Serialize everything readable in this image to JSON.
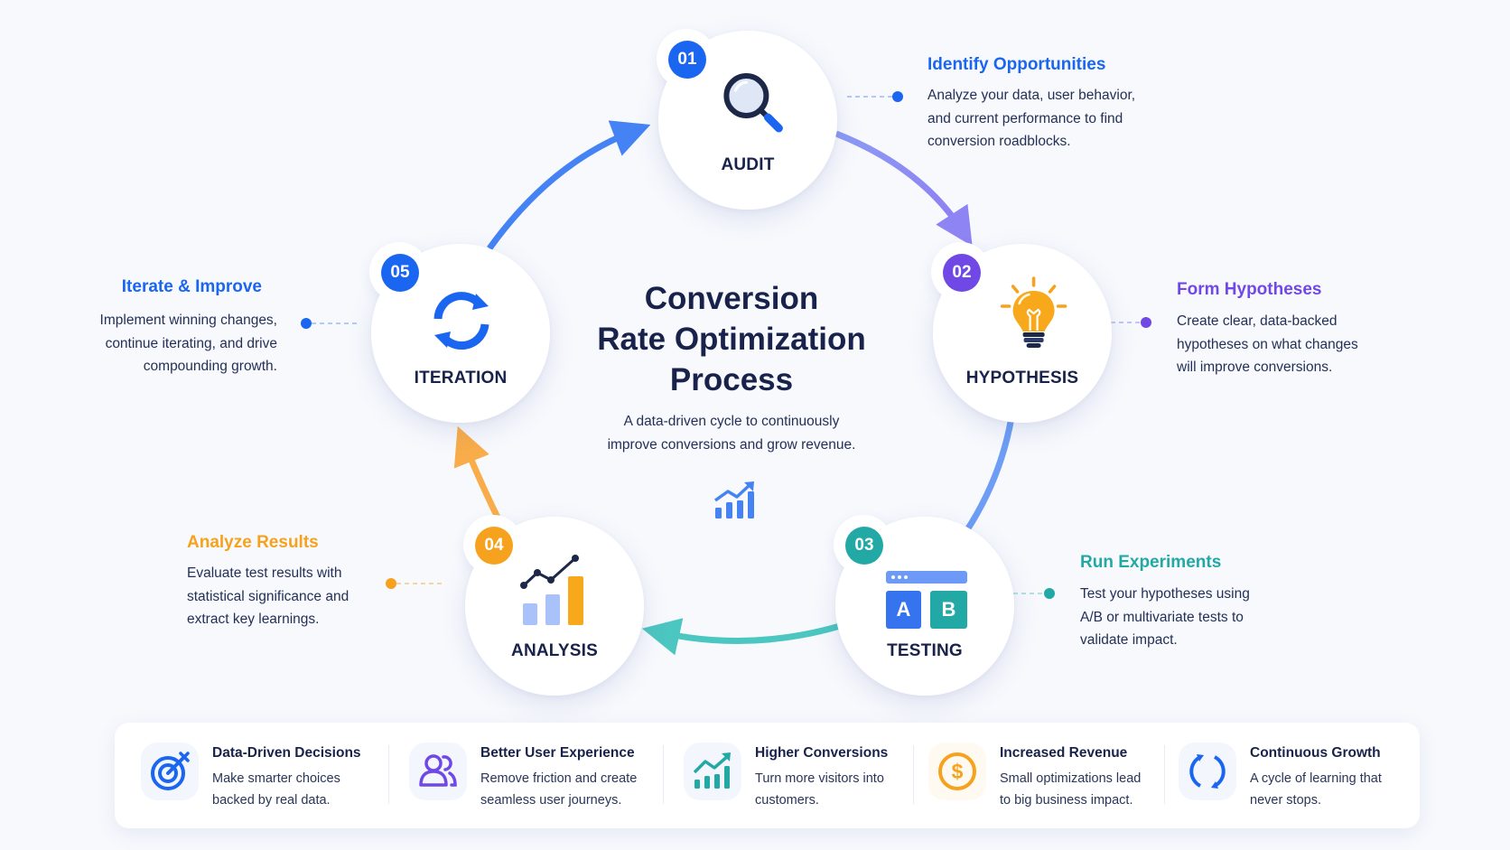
{
  "center": {
    "title_lines": [
      "Conversion",
      "Rate Optimization",
      "Process"
    ],
    "subtitle_lines": [
      "A data-driven cycle to continuously",
      "improve conversions and grow revenue."
    ],
    "icon": "growth-chart-icon"
  },
  "steps": [
    {
      "number": "01",
      "label": "AUDIT",
      "icon": "magnifier-icon",
      "color": "#1a66f0",
      "title": "Identify Opportunities",
      "body": [
        "Analyze your data, user behavior,",
        "and current performance to find",
        "conversion roadblocks."
      ]
    },
    {
      "number": "02",
      "label": "HYPOTHESIS",
      "icon": "lightbulb-icon",
      "color": "#7048e6",
      "title": "Form Hypotheses",
      "body": [
        "Create clear, data-backed",
        "hypotheses on what changes",
        "will improve conversions."
      ]
    },
    {
      "number": "03",
      "label": "TESTING",
      "icon": "ab-test-icon",
      "color": "#22a9a6",
      "title": "Run Experiments",
      "body": [
        "Test your hypotheses using",
        "A/B or multivariate tests to",
        "validate impact."
      ]
    },
    {
      "number": "04",
      "label": "ANALYSIS",
      "icon": "analytics-chart-icon",
      "color": "#f6a21e",
      "title": "Analyze Results",
      "body": [
        "Evaluate test results with",
        "statistical significance and",
        "extract key learnings."
      ]
    },
    {
      "number": "05",
      "label": "ITERATION",
      "icon": "refresh-icon",
      "color": "#1a66f0",
      "title": "Iterate & Improve",
      "body": [
        "Implement winning changes,",
        "continue iterating, and drive",
        "compounding growth."
      ]
    }
  ],
  "ab_letters": [
    "A",
    "B"
  ],
  "colors": {
    "blue": "#1a66f0",
    "arrow_blue": "#4583f5",
    "purple": "#7048e6",
    "arrow_purple": "#8f84f3",
    "teal": "#22a9a6",
    "arrow_teal": "#4cc6c0",
    "orange": "#f6a21e",
    "arrow_orange": "#f9ad4a",
    "navy": "#18224a"
  },
  "benefits": [
    {
      "title": "Data-Driven Decisions",
      "text": [
        "Make smarter choices",
        "backed by real data."
      ],
      "icon": "target-icon"
    },
    {
      "title": "Better User Experience",
      "text": [
        "Remove friction and create",
        "seamless user journeys."
      ],
      "icon": "users-icon"
    },
    {
      "title": "Higher Conversions",
      "text": [
        "Turn more visitors into",
        "customers."
      ],
      "icon": "trend-up-icon"
    },
    {
      "title": "Increased Revenue",
      "text": [
        "Small optimizations lead",
        "to big business impact."
      ],
      "icon": "dollar-icon"
    },
    {
      "title": "Continuous Growth",
      "text": [
        "A cycle of learning that",
        "never stops."
      ],
      "icon": "cycle-icon"
    }
  ]
}
